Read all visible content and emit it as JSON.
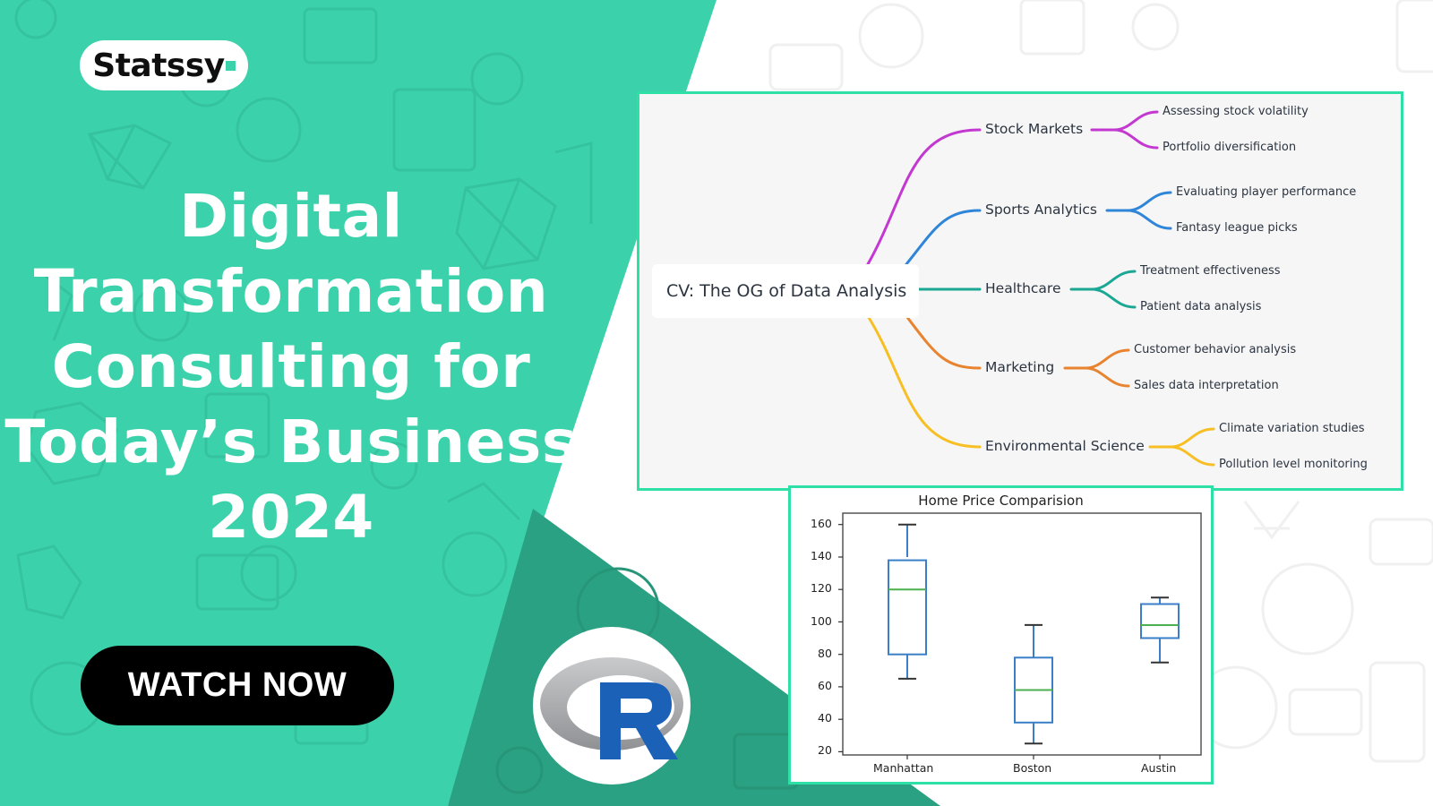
{
  "brand": {
    "logo_text": "Statssy",
    "accent_color": "#3bd2ab",
    "dark_green": "#2aa182",
    "border_color": "#2ee0a6"
  },
  "hero": {
    "title_lines": [
      "Digital",
      "Transformation",
      "Consulting for",
      "Today’s Business",
      "2024"
    ]
  },
  "cta": {
    "label": "WATCH NOW"
  },
  "r_logo": {
    "letter": "R",
    "ring_color": "#a9abae",
    "letter_color": "#1c61b8"
  },
  "mindmap": {
    "root": "CV: The OG of Data Analysis",
    "branches": [
      {
        "label": "Stock Markets",
        "color": "#c238d0",
        "children": [
          "Assessing stock volatility",
          "Portfolio diversification"
        ]
      },
      {
        "label": "Sports Analytics",
        "color": "#2f86d9",
        "children": [
          "Evaluating player performance",
          "Fantasy league picks"
        ]
      },
      {
        "label": "Healthcare",
        "color": "#1aa794",
        "children": [
          "Treatment effectiveness",
          "Patient data analysis"
        ]
      },
      {
        "label": "Marketing",
        "color": "#e88330",
        "children": [
          "Customer behavior analysis",
          "Sales data interpretation"
        ]
      },
      {
        "label": "Environmental Science",
        "color": "#f7bf23",
        "children": [
          "Climate variation studies",
          "Pollution level monitoring"
        ]
      }
    ]
  },
  "chart_data": {
    "type": "box",
    "title": "Home Price Comparision",
    "categories": [
      "Manhattan",
      "Boston",
      "Austin"
    ],
    "series": [
      {
        "name": "Manhattan",
        "min": 65,
        "q1": 80,
        "median": 120,
        "q3": 138,
        "max": 160
      },
      {
        "name": "Boston",
        "min": 25,
        "q1": 38,
        "median": 59,
        "q3": 78,
        "max": 98
      },
      {
        "name": "Austin",
        "min": 75,
        "q1": 90,
        "median": 98,
        "q3": 111,
        "max": 115
      }
    ],
    "yticks": [
      "160",
      "140",
      "120",
      "100",
      "80",
      "60",
      "40",
      "20"
    ],
    "ylim": [
      18,
      167
    ],
    "xlabel": "",
    "ylabel": "",
    "grid": false,
    "box_color": "#3a7fc7",
    "median_color": "#4caf50",
    "whisker_cap_color": "#333333"
  }
}
